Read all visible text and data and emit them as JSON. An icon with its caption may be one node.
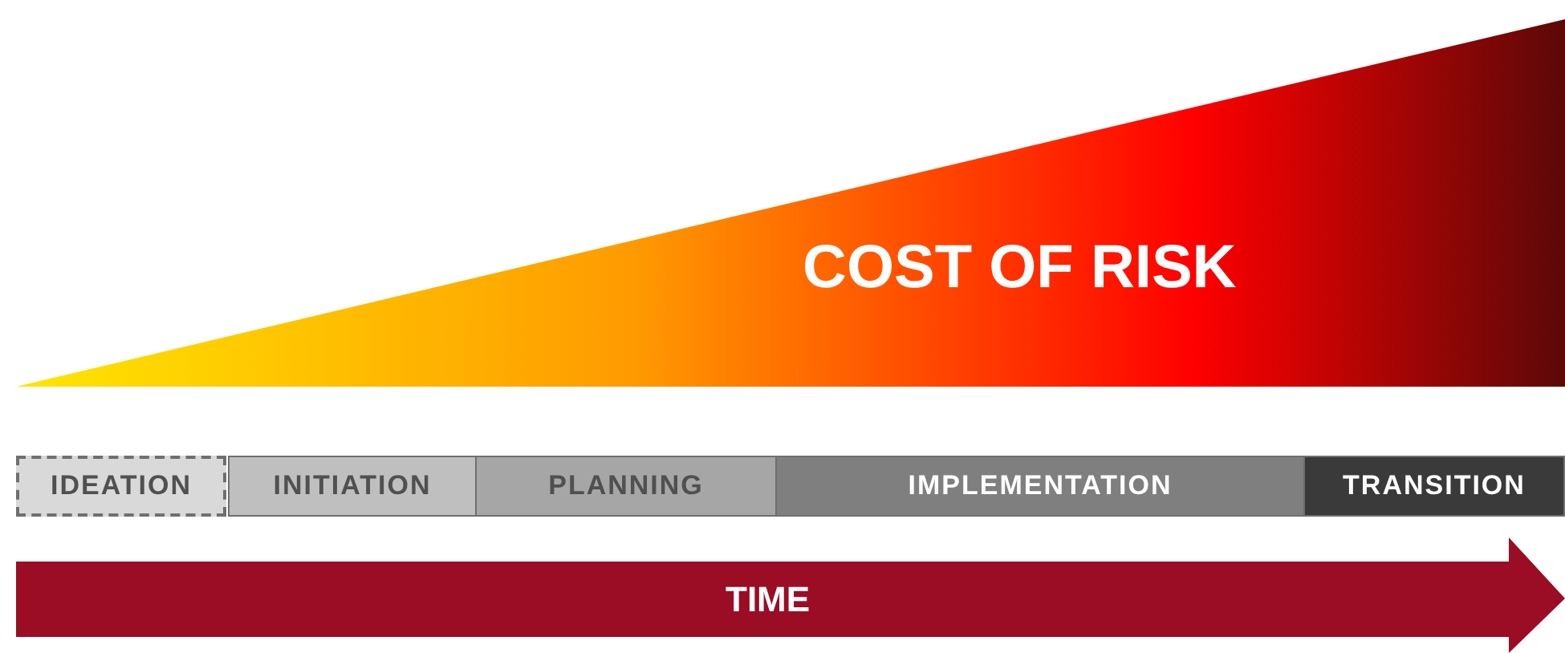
{
  "diagram": {
    "nodes": [
      {
        "text": [
          "COST OF RISK"
        ]
      },
      {
        "text": [
          "IDEATION"
        ]
      },
      {
        "text": [
          "INITIATION"
        ]
      },
      {
        "text": [
          "PLANNING"
        ]
      },
      {
        "text": [
          "IMPLEMENTATION"
        ]
      },
      {
        "text": [
          "TRANSITION"
        ]
      },
      {
        "text": [
          "TIME"
        ]
      }
    ],
    "edges": []
  }
}
